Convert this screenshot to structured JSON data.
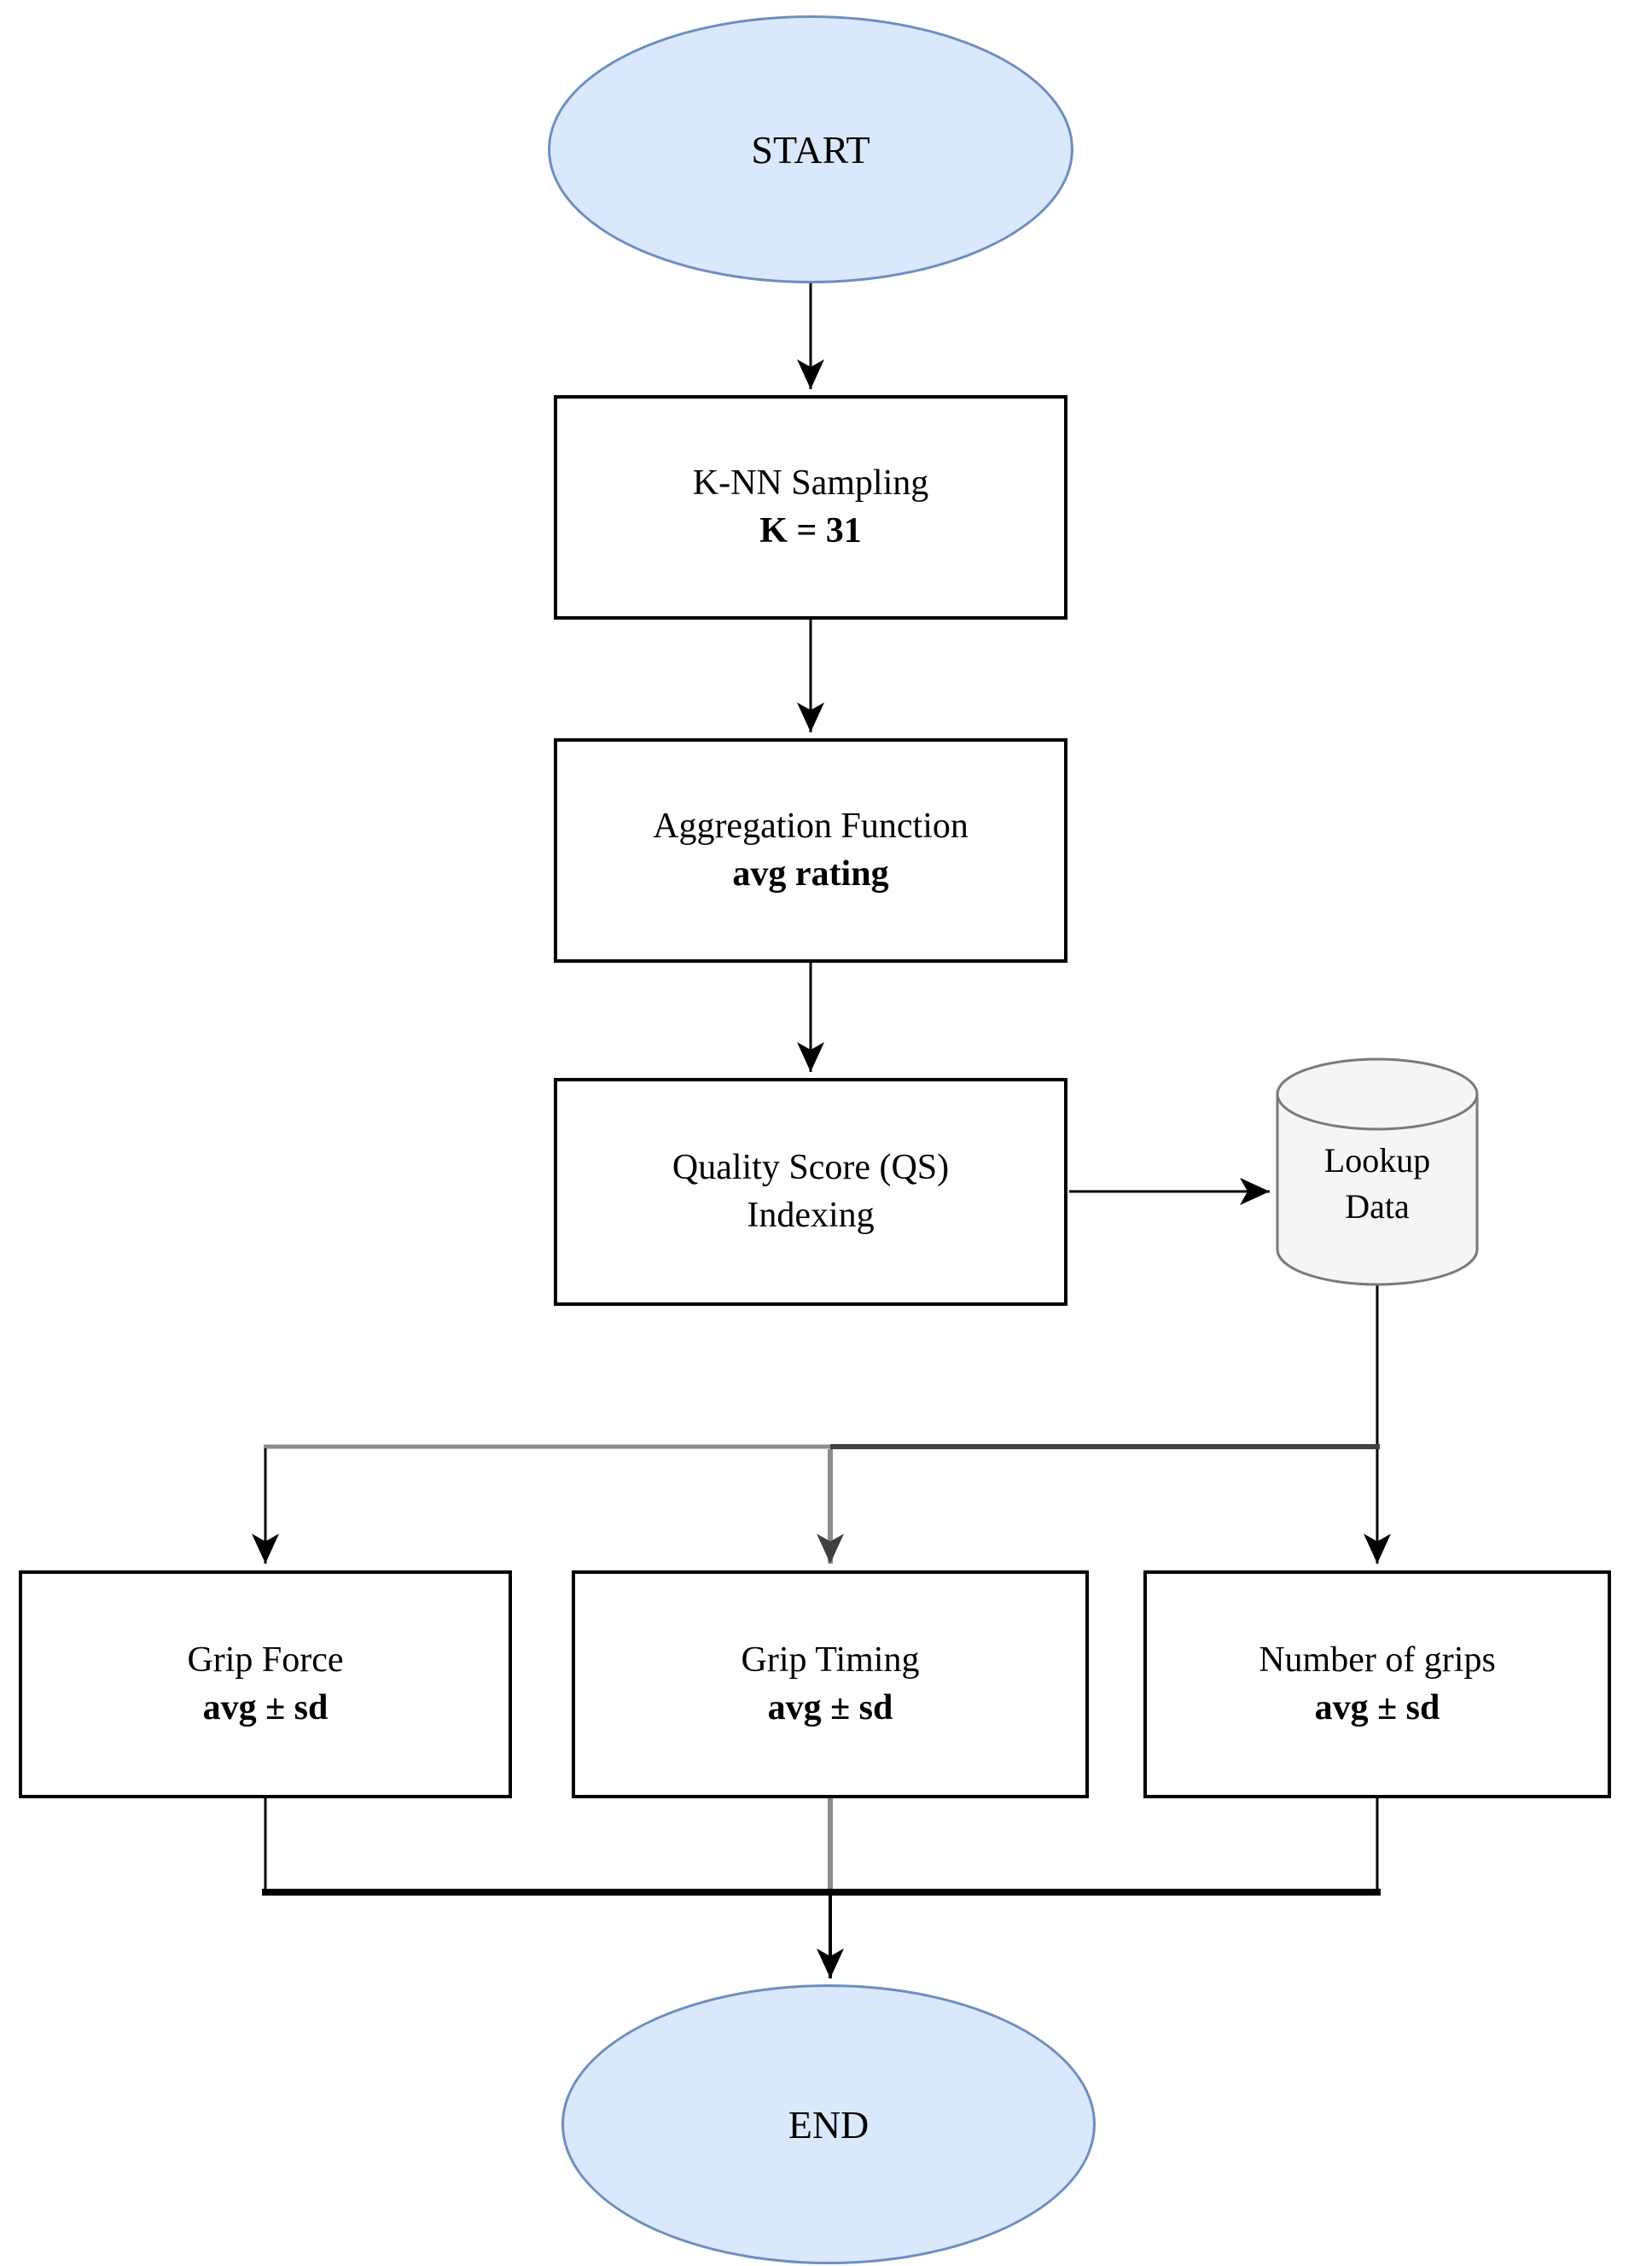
{
  "diagram": {
    "nodes": {
      "start": {
        "label": "START"
      },
      "knn": {
        "line1": "K-NN Sampling",
        "line2": "K = 31"
      },
      "agg": {
        "line1": "Aggregation Function",
        "line2": "avg rating"
      },
      "qs": {
        "line1": "Quality Score (QS)",
        "line2": "Indexing"
      },
      "lookup": {
        "line1": "Lookup",
        "line2": "Data"
      },
      "grip_force": {
        "line1": "Grip Force",
        "line2": "avg ± sd"
      },
      "grip_timing": {
        "line1": "Grip Timing",
        "line2": "avg ± sd"
      },
      "num_grips": {
        "line1": "Number of grips",
        "line2": "avg ± sd"
      },
      "end": {
        "label": "END"
      }
    },
    "edges": [
      {
        "from": "START",
        "to": "K-NN Sampling"
      },
      {
        "from": "K-NN Sampling",
        "to": "Aggregation Function"
      },
      {
        "from": "Aggregation Function",
        "to": "Quality Score (QS) Indexing"
      },
      {
        "from": "Quality Score (QS) Indexing",
        "to": "Lookup Data"
      },
      {
        "from": "Lookup Data",
        "to": "Grip Force"
      },
      {
        "from": "Lookup Data",
        "to": "Grip Timing"
      },
      {
        "from": "Lookup Data",
        "to": "Number of grips"
      },
      {
        "from": "Grip Force",
        "to": "END"
      },
      {
        "from": "Grip Timing",
        "to": "END"
      },
      {
        "from": "Number of grips",
        "to": "END"
      }
    ],
    "colors": {
      "background": "#ffffff",
      "text": "#000000",
      "terminal_fill": "#dae8fc",
      "terminal_stroke": "#6c8ebf",
      "process_fill": "#ffffff",
      "process_stroke": "#000000",
      "database_fill": "#f5f5f5",
      "database_stroke": "#7a7a7a",
      "connector_black": "#000000",
      "connector_gray": "#8c8c8c",
      "connector_dark": "#404040"
    }
  }
}
